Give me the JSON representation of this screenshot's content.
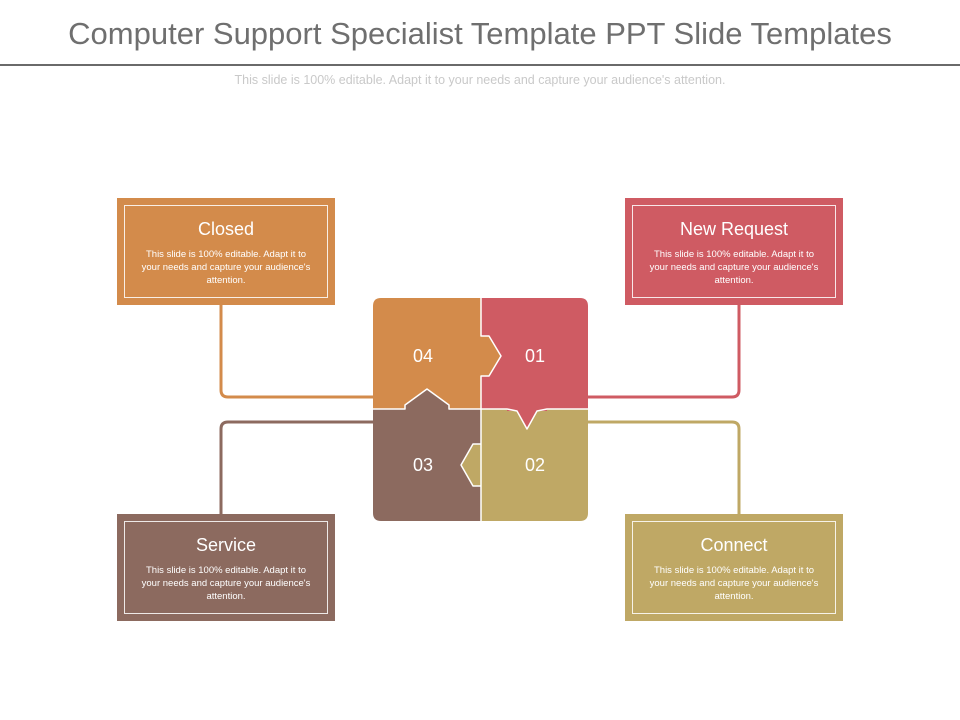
{
  "header": {
    "title": "Computer Support Specialist Template PPT Slide Templates",
    "subtitle": "This slide is 100% editable. Adapt it to your needs and capture your audience's attention."
  },
  "colors": {
    "orange": "#d38b4b",
    "red": "#cf5b63",
    "brown": "#8c6a5f",
    "olive": "#bfa865"
  },
  "cards": {
    "closed": {
      "title": "Closed",
      "text": "This slide is 100% editable.  Adapt it to your needs and capture your audience's attention."
    },
    "new_request": {
      "title": "New Request",
      "text": "This slide is 100% editable.  Adapt it to your needs and capture your audience's attention."
    },
    "service": {
      "title": "Service",
      "text": "This slide is 100% editable.  Adapt it to your needs and capture your audience's attention."
    },
    "connect": {
      "title": "Connect",
      "text": "This slide is 100% editable.  Adapt it to your needs and capture your audience's attention."
    }
  },
  "puzzle": {
    "q1": "01",
    "q2": "02",
    "q3": "03",
    "q4": "04"
  }
}
